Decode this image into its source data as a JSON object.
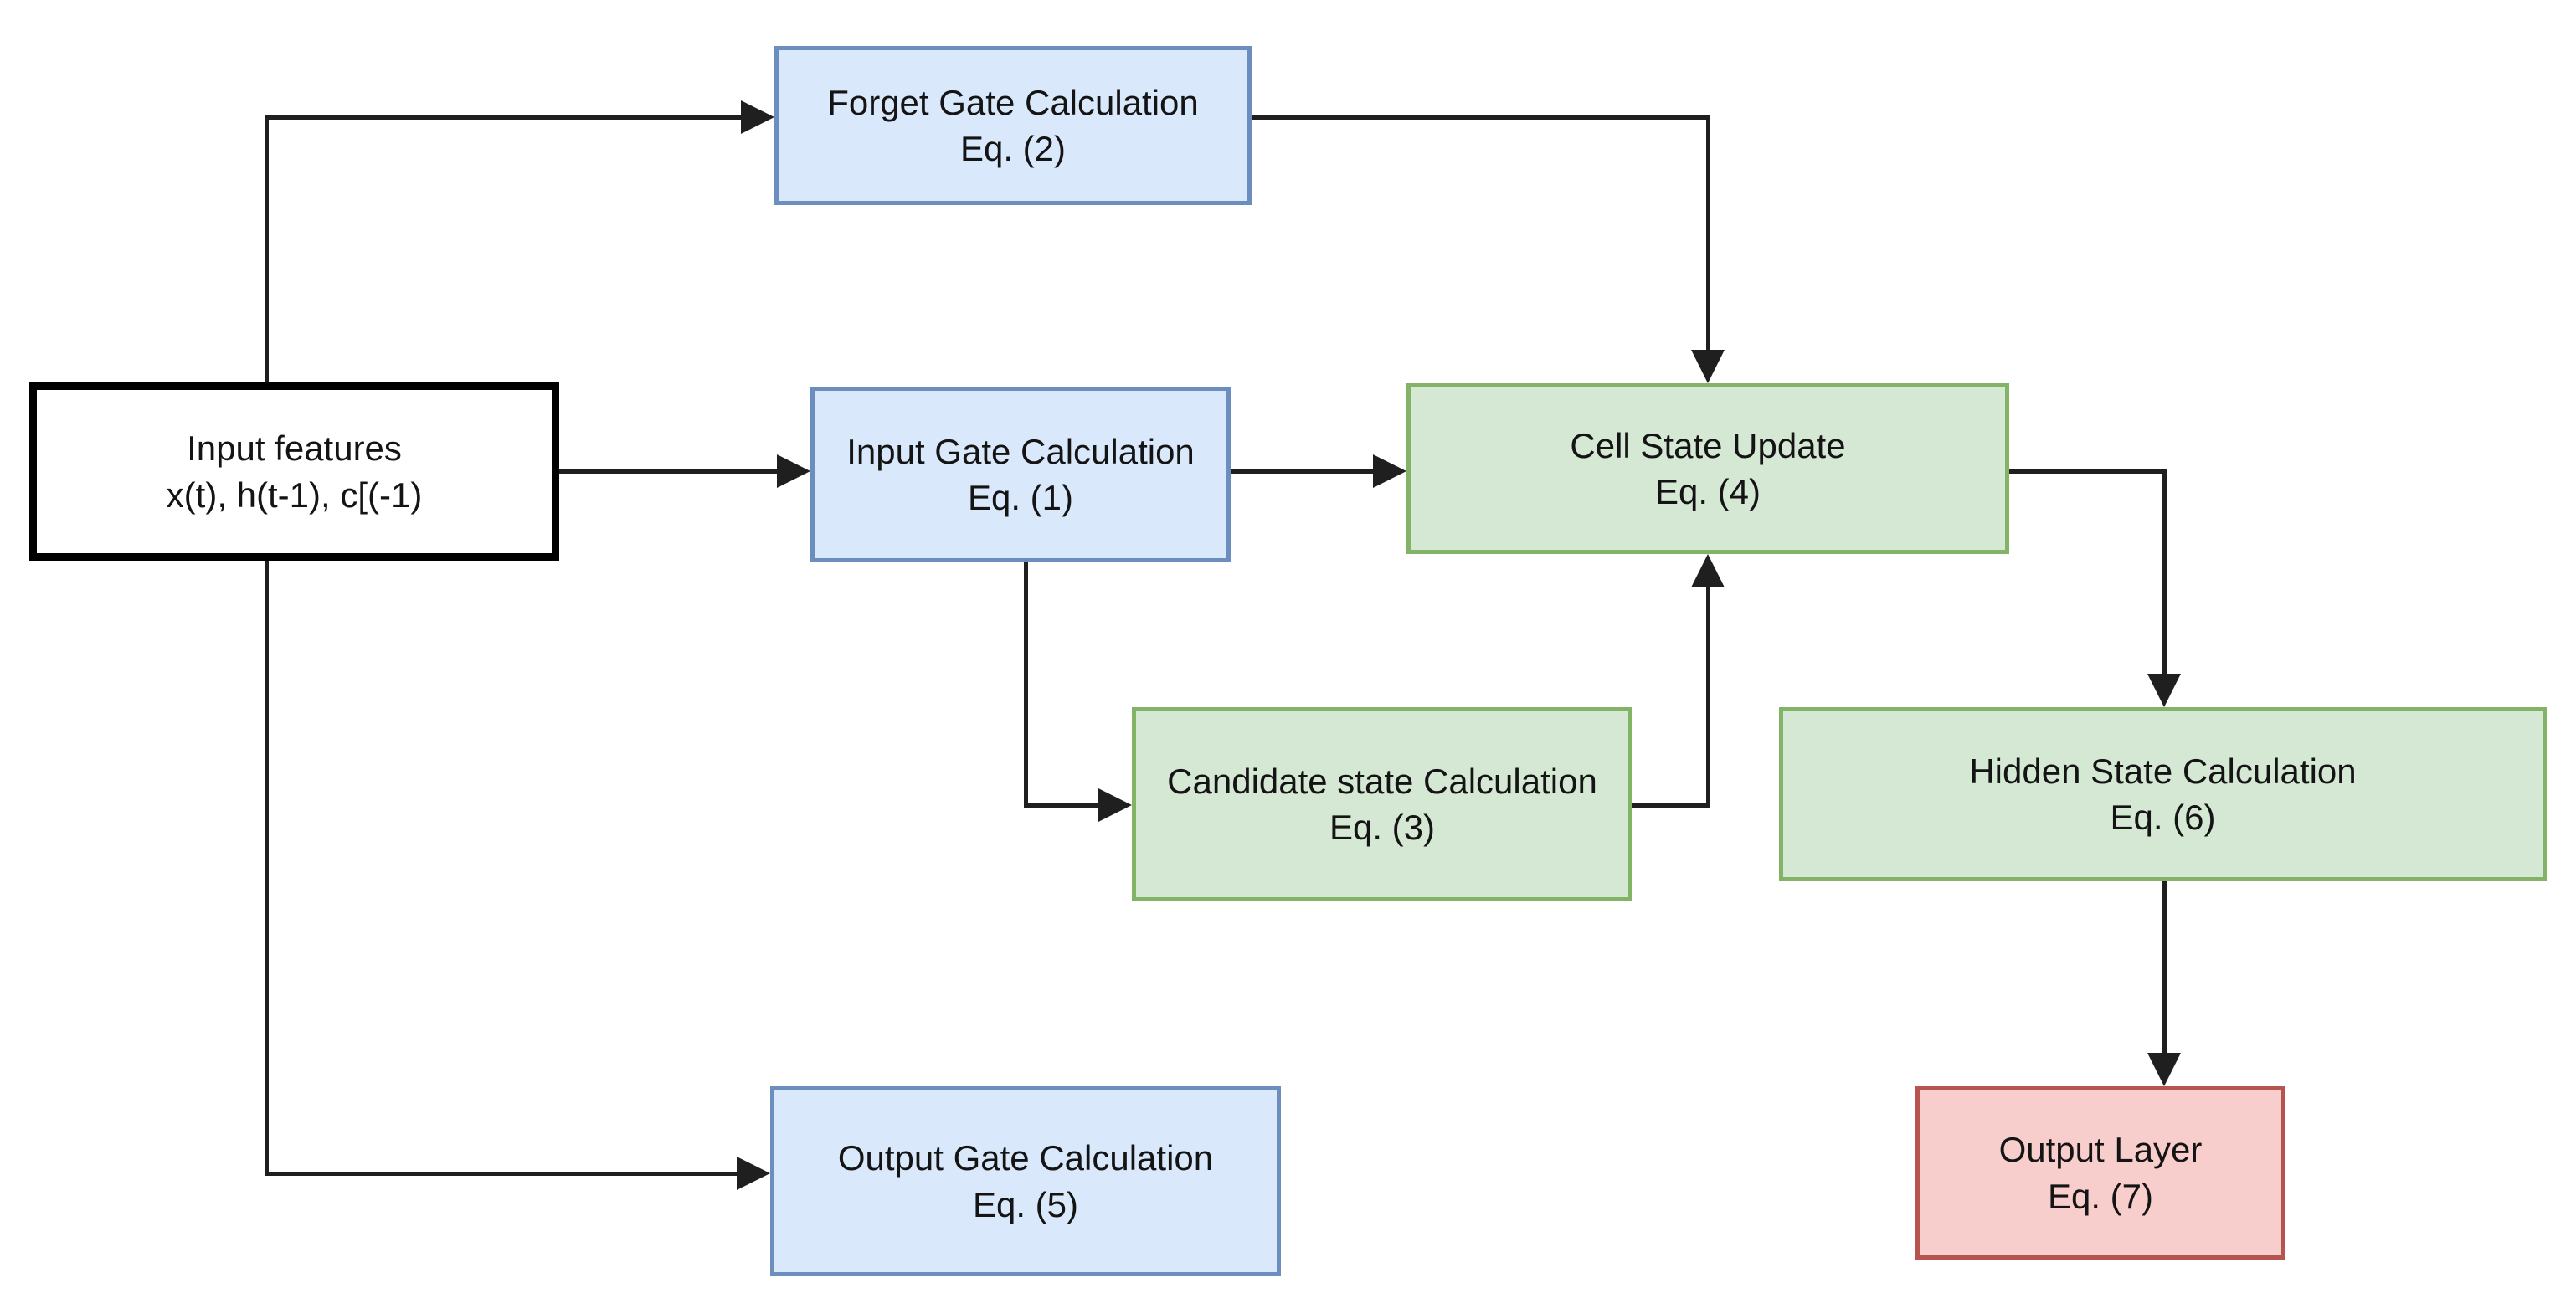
{
  "diagram": {
    "type": "flowchart",
    "title": "LSTM cell calculation flow",
    "edge_color": "#1f1f1f",
    "nodes": {
      "input_features": {
        "line1": "Input features",
        "line2": "x(t), h(t-1), c[(-1)",
        "fill": "#ffffff",
        "stroke": "#000000"
      },
      "forget_gate": {
        "line1": "Forget Gate Calculation",
        "line2": "Eq. (2)",
        "fill": "#dae8fc",
        "stroke": "#6c8ebf"
      },
      "input_gate": {
        "line1": "Input Gate Calculation",
        "line2": "Eq. (1)",
        "fill": "#dae8fc",
        "stroke": "#6c8ebf"
      },
      "output_gate": {
        "line1": "Output Gate Calculation",
        "line2": "Eq. (5)",
        "fill": "#dae8fc",
        "stroke": "#6c8ebf"
      },
      "candidate_state": {
        "line1": "Candidate state Calculation",
        "line2": "Eq. (3)",
        "fill": "#d5e8d4",
        "stroke": "#82b366"
      },
      "cell_state": {
        "line1": "Cell State Update",
        "line2": "Eq. (4)",
        "fill": "#d5e8d4",
        "stroke": "#82b366"
      },
      "hidden_state": {
        "line1": "Hidden State Calculation",
        "line2": "Eq. (6)",
        "fill": "#d5e8d4",
        "stroke": "#82b366"
      },
      "output_layer": {
        "line1": "Output Layer",
        "line2": "Eq. (7)",
        "fill": "#f8cecc",
        "stroke": "#b85450"
      }
    },
    "edges": [
      {
        "from": "input_features",
        "to": "forget_gate"
      },
      {
        "from": "input_features",
        "to": "input_gate"
      },
      {
        "from": "input_features",
        "to": "output_gate"
      },
      {
        "from": "forget_gate",
        "to": "cell_state"
      },
      {
        "from": "input_gate",
        "to": "cell_state"
      },
      {
        "from": "input_gate",
        "to": "candidate_state"
      },
      {
        "from": "candidate_state",
        "to": "cell_state"
      },
      {
        "from": "cell_state",
        "to": "hidden_state"
      },
      {
        "from": "hidden_state",
        "to": "output_layer"
      }
    ]
  }
}
